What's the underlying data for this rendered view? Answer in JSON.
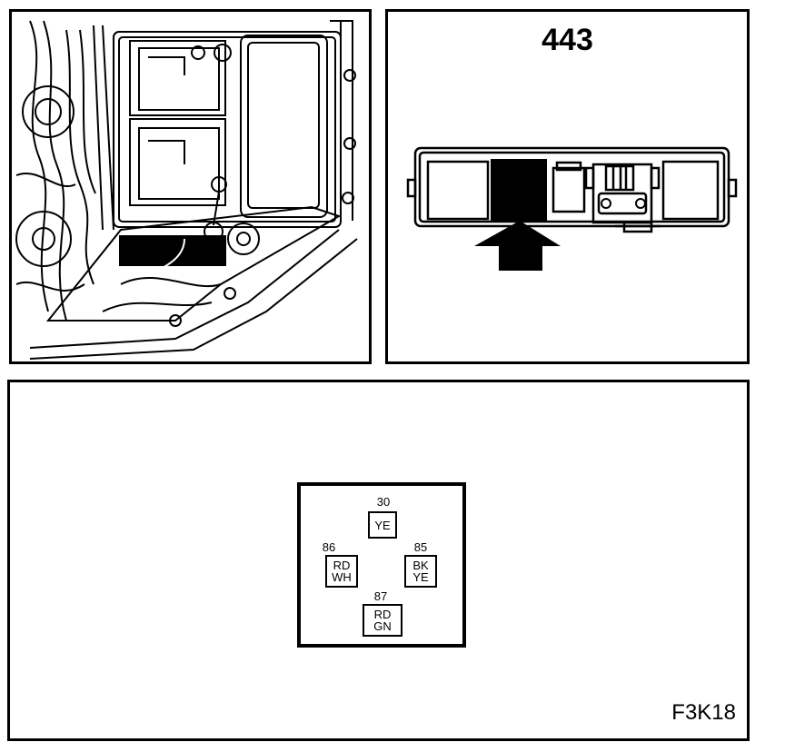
{
  "component_number": "443",
  "figure_code": "F3K18",
  "relay": {
    "pins": [
      {
        "id": "30",
        "lines": [
          "YE"
        ]
      },
      {
        "id": "86",
        "lines": [
          "RD",
          "WH"
        ]
      },
      {
        "id": "85",
        "lines": [
          "BK",
          "YE"
        ]
      },
      {
        "id": "87",
        "lines": [
          "RD",
          "GN"
        ]
      }
    ]
  }
}
